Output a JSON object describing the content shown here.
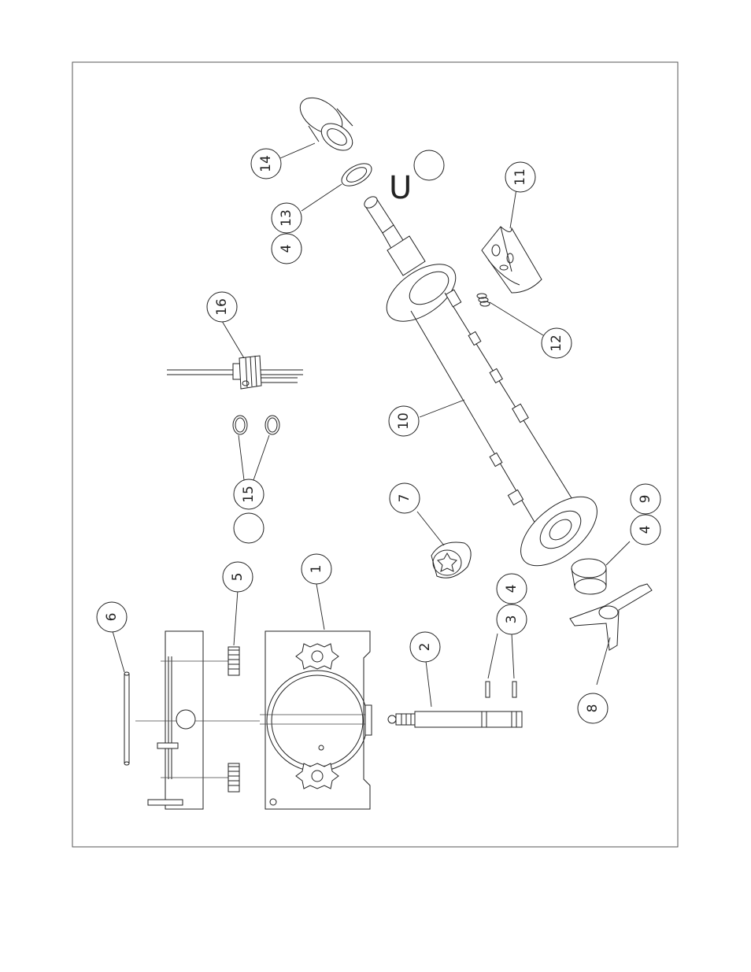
{
  "drawing": {
    "callouts": [
      "1",
      "2",
      "3",
      "4",
      "4",
      "4",
      "5",
      "6",
      "7",
      "8",
      "9",
      "10",
      "11",
      "12",
      "13",
      "14",
      "15",
      "16"
    ],
    "letter_mark": "U"
  },
  "colors": {
    "line": "#222222",
    "frame": "#555555",
    "paper": "#ffffff"
  }
}
